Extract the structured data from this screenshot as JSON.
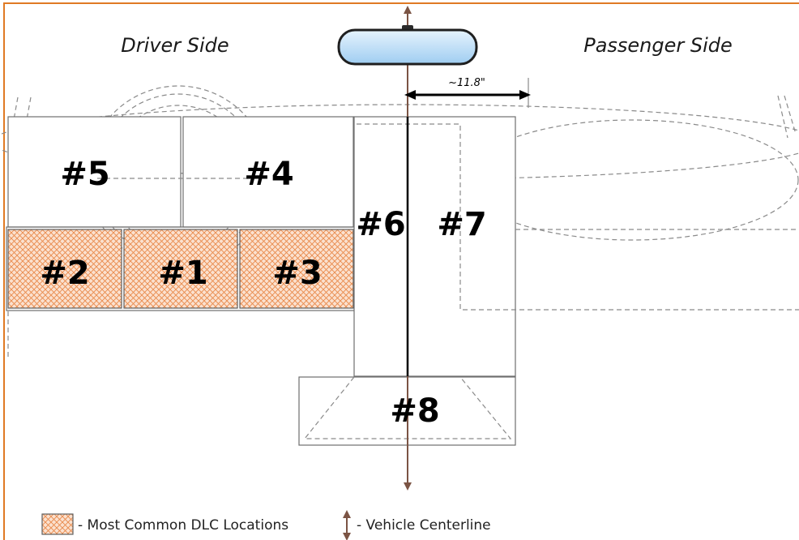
{
  "diagram": {
    "sides": {
      "driver": "Driver Side",
      "passenger": "Passenger Side"
    },
    "dimension": "~11.8\"",
    "zones": {
      "z1": "#1",
      "z2": "#2",
      "z3": "#3",
      "z4": "#4",
      "z5": "#5",
      "z6": "#6",
      "z7": "#7",
      "z8": "#8"
    },
    "legend": {
      "common": "- Most Common DLC Locations",
      "centerline": "- Vehicle Centerline"
    },
    "colors": {
      "frame": "#e07a24",
      "hatch": "#e9894a",
      "hatch_bg": "#fbe1cf",
      "centerline": "#7b5444",
      "mirror": "#bfe0f8"
    }
  }
}
